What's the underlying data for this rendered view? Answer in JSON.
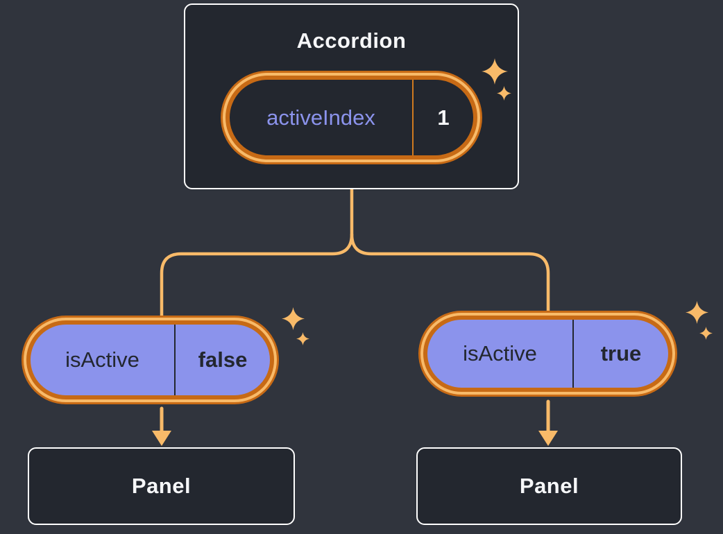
{
  "diagram": {
    "root": {
      "title": "Accordion",
      "state": {
        "label": "activeIndex",
        "value": "1"
      }
    },
    "children": [
      {
        "prop": {
          "label": "isActive",
          "value": "false"
        },
        "panel_label": "Panel"
      },
      {
        "prop": {
          "label": "isActive",
          "value": "true"
        },
        "panel_label": "Panel"
      }
    ],
    "icons": {
      "sparkle": "four-point-star"
    },
    "colors": {
      "background": "#30343D",
      "box_fill": "#23272F",
      "box_border": "#FFFFFF",
      "text_light": "#F6F7F9",
      "text_dark": "#23272F",
      "purple": "#8B93EC",
      "orange_dark": "#C76A15",
      "orange_light": "#F8BA69"
    }
  }
}
